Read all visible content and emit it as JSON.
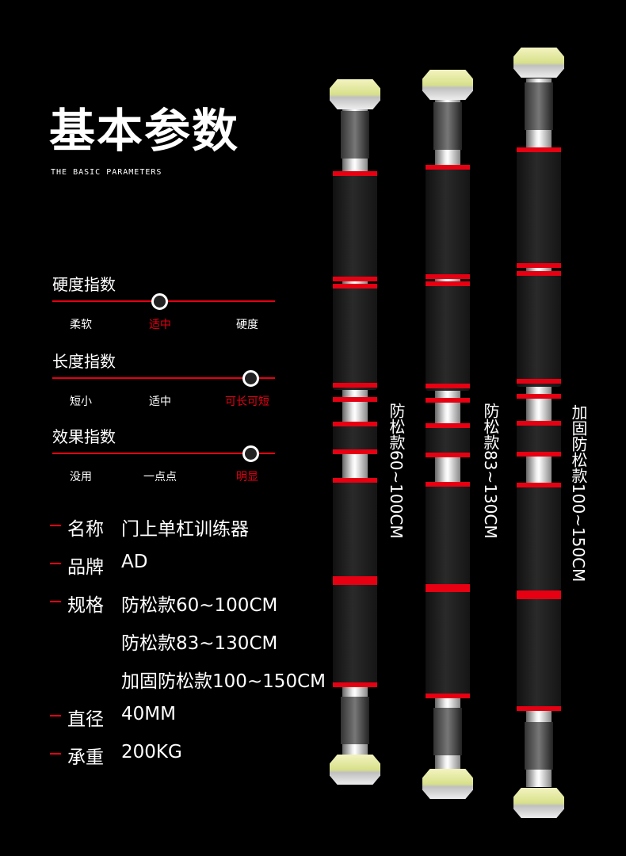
{
  "header": {
    "title": "基本参数",
    "subtitle": "THE BASIC PARAMETERS"
  },
  "indices": [
    {
      "label": "硬度指数",
      "options": [
        "柔软",
        "适中",
        "硬度"
      ],
      "selected": 1,
      "level_percent": 48
    },
    {
      "label": "长度指数",
      "options": [
        "短小",
        "适中",
        "可长可短"
      ],
      "selected": 2,
      "level_percent": 89
    },
    {
      "label": "效果指数",
      "options": [
        "没用",
        "一点点",
        "明显"
      ],
      "selected": 2,
      "level_percent": 89
    }
  ],
  "specs": [
    {
      "key": "名称",
      "values": [
        "门上单杠训练器"
      ]
    },
    {
      "key": "品牌",
      "values": [
        "AD"
      ]
    },
    {
      "key": "规格",
      "values": [
        "防松款60~100CM",
        "防松款83~130CM",
        "加固防松款100~150CM"
      ]
    },
    {
      "key": "直径",
      "values": [
        "40MM"
      ]
    },
    {
      "key": "承重",
      "values": [
        "200KG"
      ]
    }
  ],
  "bars": [
    {
      "label": "防松款60~100CM"
    },
    {
      "label": "防松款83~130CM"
    },
    {
      "label": "加固防松款100~150CM"
    }
  ],
  "colors": {
    "accent": "#e60012",
    "background": "#000000"
  }
}
